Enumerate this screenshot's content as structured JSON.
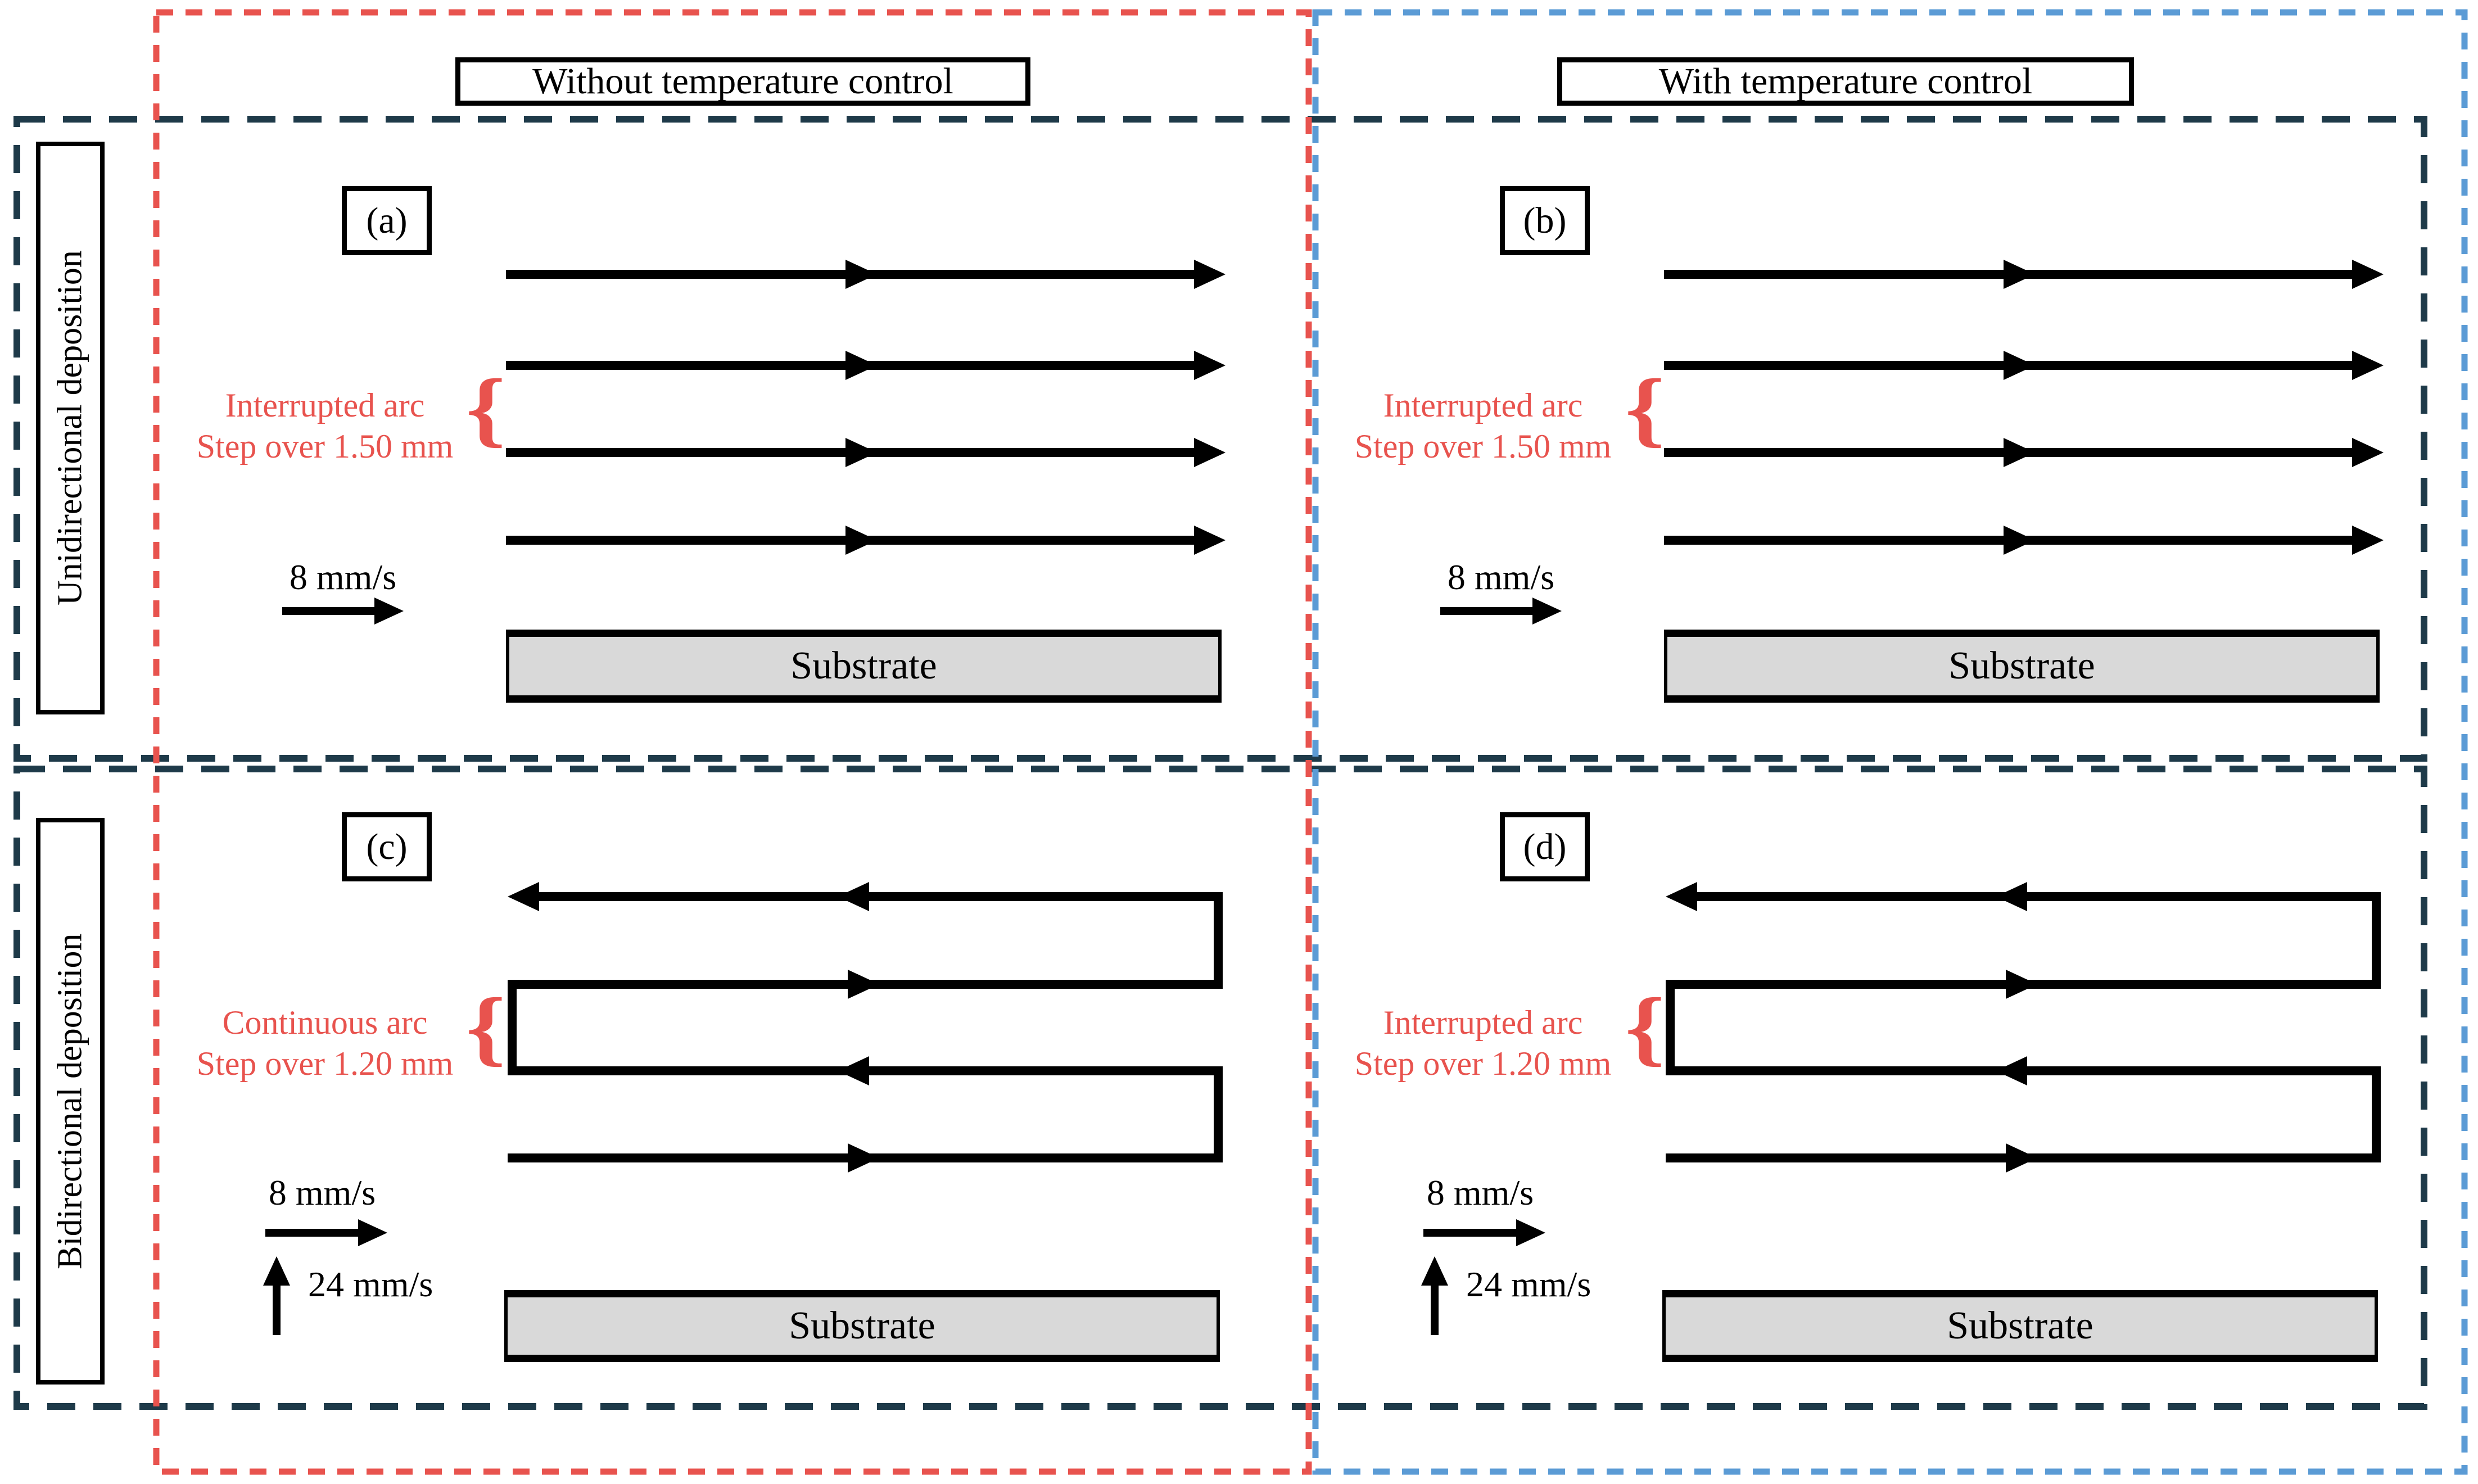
{
  "figure": {
    "column_headers": {
      "left": "Without temperature control",
      "right": "With temperature control"
    },
    "row_headers": {
      "top": "Unidirectional deposition",
      "bottom": "Bidirectional deposition"
    },
    "panels": {
      "a": {
        "label": "(a)",
        "annotation": {
          "line1": "Interrupted arc",
          "line2": "Step over 1.50 mm"
        },
        "travel_speed": "8 mm/s",
        "substrate_label": "Substrate"
      },
      "b": {
        "label": "(b)",
        "annotation": {
          "line1": "Interrupted arc",
          "line2": "Step over 1.50 mm"
        },
        "travel_speed": "8 mm/s",
        "substrate_label": "Substrate"
      },
      "c": {
        "label": "(c)",
        "annotation": {
          "line1": "Continuous arc",
          "line2": "Step over 1.20 mm"
        },
        "travel_speed": "8 mm/s",
        "traverse_speed": "24 mm/s",
        "substrate_label": "Substrate"
      },
      "d": {
        "label": "(d)",
        "annotation": {
          "line1": "Interrupted arc",
          "line2": "Step over 1.20 mm"
        },
        "travel_speed": "8 mm/s",
        "traverse_speed": "24 mm/s",
        "substrate_label": "Substrate"
      }
    },
    "brace_glyph": "{",
    "colors": {
      "red": "#E8534E",
      "blue": "#5B9BD5",
      "navy": "#1E3A49",
      "substrate": "#D9D9D9",
      "black": "#000000"
    }
  }
}
